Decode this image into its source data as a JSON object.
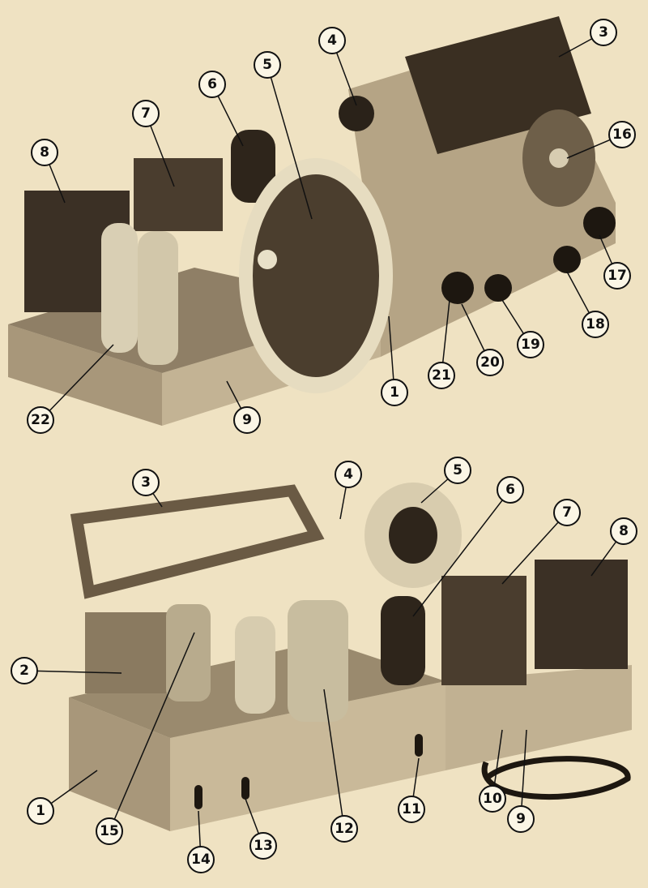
{
  "top_photo": {
    "callouts": [
      "8",
      "7",
      "6",
      "5",
      "4",
      "3",
      "16",
      "17",
      "18",
      "19",
      "20",
      "21",
      "1",
      "9",
      "22"
    ]
  },
  "bottom_photo": {
    "callouts": [
      "3",
      "4",
      "5",
      "6",
      "7",
      "8",
      "2",
      "1",
      "15",
      "14",
      "13",
      "12",
      "11",
      "10",
      "9"
    ]
  },
  "colors": {
    "paper": "#efe2c2",
    "metal": "#b9a98a",
    "dark": "#3a2f22"
  }
}
